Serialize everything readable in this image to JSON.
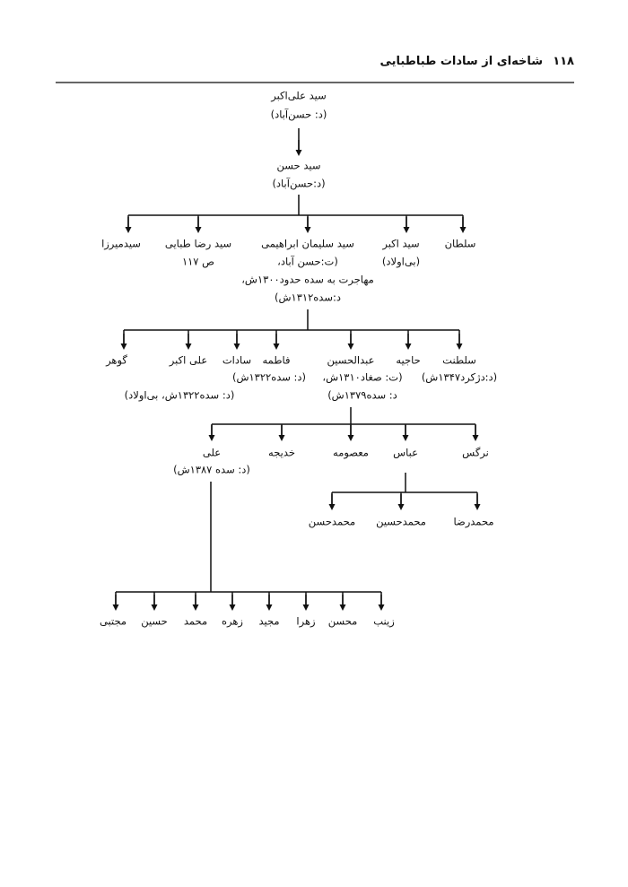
{
  "header": {
    "title": "شاخه‌ای از سادات طباطبایی",
    "page_number": "۱۱۸"
  },
  "tree": {
    "root": {
      "name": "سید علی‌اکبر",
      "note": "(د: حسن‌آباد)"
    },
    "gen1": {
      "name": "سید حسن",
      "note": "(د:حسن‌آباد)"
    },
    "gen2": [
      {
        "name": "سلطان"
      },
      {
        "name": "سید اکبر",
        "note": "(بی‌اولاد)"
      },
      {
        "name": "سید سلیمان ابراهیمی",
        "note1": "(ت:حسن آباد،",
        "note2": "مهاجرت به سده حدود۱۳۰۰ش،",
        "note3": "د:سده۱۳۱۲ش)"
      },
      {
        "name": "سید رضا طبایی",
        "note": "ص ۱۱۷"
      },
      {
        "name": "سیدمیرزا"
      }
    ],
    "gen3": [
      {
        "name": "سلطنت",
        "note": "(د:دژکرد۱۳۴۷ش)"
      },
      {
        "name": "حاجیه"
      },
      {
        "name": "عبدالحسین",
        "note1": "(ت: صغاد۱۳۱۰ش،",
        "note2": "د: سده۱۳۷۹ش)"
      },
      {
        "name": "فاطمه",
        "note": "(د: سده۱۳۲۲ش)"
      },
      {
        "name": "سادات"
      },
      {
        "name": "علی اکبر",
        "note": "(د: سده۱۳۲۲ش، بی‌اولاد)"
      },
      {
        "name": "گوهر"
      }
    ],
    "gen4": [
      {
        "name": "نرگس"
      },
      {
        "name": "عباس"
      },
      {
        "name": "معصومه"
      },
      {
        "name": "خدیجه"
      },
      {
        "name": "علی",
        "note": "(د: سده ۱۳۸۷ش)"
      }
    ],
    "abbas_children": [
      {
        "name": "محمدرضا"
      },
      {
        "name": "محمدحسین"
      },
      {
        "name": "محمدحسن"
      }
    ],
    "ali_children": [
      {
        "name": "زینب"
      },
      {
        "name": "محسن"
      },
      {
        "name": "زهرا"
      },
      {
        "name": "مجید"
      },
      {
        "name": "زهره"
      },
      {
        "name": "محمد"
      },
      {
        "name": "حسین"
      },
      {
        "name": "مجتبی"
      }
    ]
  }
}
